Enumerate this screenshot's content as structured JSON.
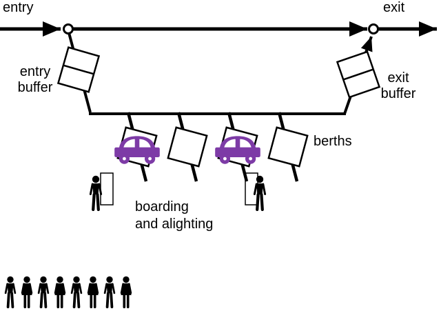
{
  "diagram": {
    "title": "station flow diagram",
    "labels": {
      "entry": "entry",
      "exit": "exit",
      "entry_buffer_line1": "entry",
      "entry_buffer_line2": "buffer",
      "exit_buffer_line1": "exit",
      "exit_buffer_line2": "buffer",
      "berths": "berths",
      "boarding_line1": "boarding",
      "boarding_line2": "and alighting"
    },
    "colors": {
      "line": "#000000",
      "car": "#7d3ba6",
      "person": "#000000"
    },
    "berths": {
      "count": 4,
      "occupied": [
        true,
        false,
        true,
        false
      ]
    },
    "platform_passengers": {
      "count": 2
    },
    "waiting_queue": {
      "count": 8,
      "pattern": [
        "man",
        "woman",
        "man",
        "woman",
        "man",
        "woman",
        "man",
        "woman"
      ]
    }
  }
}
